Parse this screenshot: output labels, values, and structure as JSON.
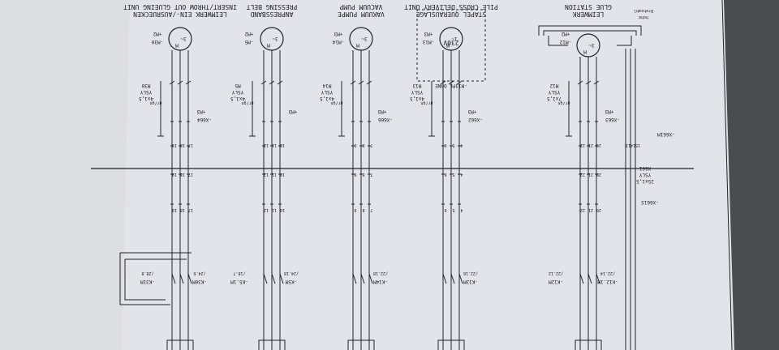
{
  "colors": {
    "paper": "#e4e5ea",
    "ink": "#1b1d24",
    "backdrop": "#4a4c50"
  },
  "units": [
    {
      "header": [
        "GLUE STATION",
        "LEIMWERK"
      ],
      "cross_label": [
        "+M2",
        "-M12"
      ],
      "notes": [
        "Drehzahl",
        "hohe"
      ],
      "motor": {
        "tag": "M",
        "rating": "3~"
      },
      "cable": [
        "M12",
        "YSLY",
        "7x1,5"
      ],
      "connector": "+M3",
      "terminal_block": "-X663",
      "terminal_block_b": "-X661M",
      "wire_numbers": [
        "22",
        "21",
        "20"
      ],
      "wire_numbers_b": [
        "13",
        "14",
        "15"
      ],
      "relay": "-K12.1M",
      "relay_ref": "/22.14",
      "relay_b": "-K12M",
      "relay_ref_b": "/22.12",
      "extra_cable": [
        "X661",
        "YSLY",
        "25x1,5"
      ],
      "extra_term": "-X661S",
      "pe": "gr/gn"
    },
    {
      "header": [
        "PILE CROSS DELIVERY UNIT",
        "STAPEL QUERAUSLAGE"
      ],
      "cross_label": [
        "+M3",
        "-M13"
      ],
      "motor": {
        "tag": "M",
        "rating": "1~",
        "voltage": "230V"
      },
      "cable": [
        "M13",
        "YSLY",
        "4x1,5"
      ],
      "connector": "+M3",
      "terminal_block": "-X662",
      "wire_numbers": [
        "6",
        "5",
        "4"
      ],
      "relay": "-K13M",
      "relay_ref": "/22.16",
      "plug": "-M13PL OHNE",
      "pe": "gr/gn"
    },
    {
      "header": [
        "VACUUM PUMP",
        "VAKUUM PUMPE"
      ],
      "cross_label": [
        "+M3",
        "-M14"
      ],
      "motor": {
        "tag": "M",
        "rating": "3~"
      },
      "cable": [
        "M14",
        "YSLY",
        "4x1,5"
      ],
      "connector": "+M3",
      "terminal_block": "-X666",
      "wire_numbers": [
        "9",
        "8",
        "7"
      ],
      "relay": "-K14M",
      "relay_ref": "/22.18",
      "pe": "gr/gn"
    },
    {
      "header": [
        "PRESSING BELT",
        "ANPRESSBAND"
      ],
      "cross_label": [
        "+M2",
        "-M5"
      ],
      "motor": {
        "tag": "M",
        "rating": "3~"
      },
      "cable": [
        "M5",
        "YSLY",
        "4x1,5"
      ],
      "connector": "+M3",
      "terminal_block": "",
      "wire_numbers": [
        "12",
        "11",
        "10"
      ],
      "relay": "-K5M",
      "relay_ref": "/24.18",
      "relay_b": "-K5.1M",
      "relay_ref_b": "/18.7",
      "pe": "gr/gn"
    },
    {
      "header": [
        "INSERT/THROW OUT GLUEING UNIT",
        "LEIMWERK EIN-/AUSRUECKEN"
      ],
      "cross_label": [
        "+M2",
        "-M30"
      ],
      "motor": {
        "tag": "M",
        "rating": "3~"
      },
      "cable": [
        "M30",
        "YSLY",
        "4x1,5"
      ],
      "connector": "+M3",
      "terminal_block": "-X664",
      "wire_numbers": [
        "19",
        "18",
        "17"
      ],
      "relay": "-K30M",
      "relay_ref": "/24.6",
      "relay_b": "-K31M",
      "relay_ref_b": "/28.8",
      "pe": "gr/gn"
    }
  ]
}
